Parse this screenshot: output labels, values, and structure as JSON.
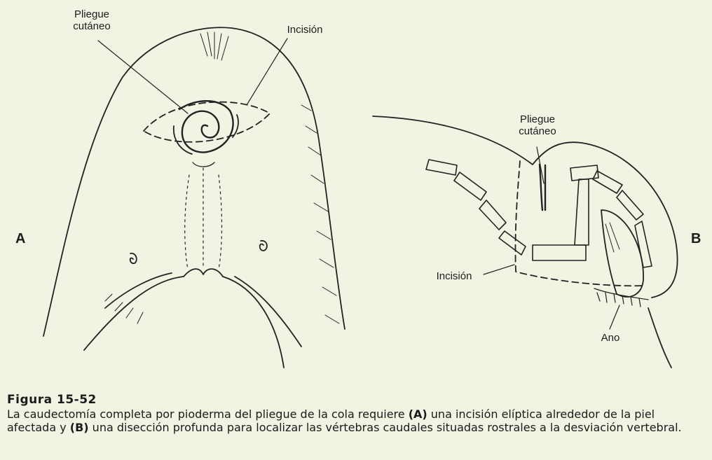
{
  "figure": {
    "panels": [
      {
        "letter": "A",
        "labels": {
          "skin_fold": "Pliegue\ncutáneo",
          "incision": "Incisión"
        }
      },
      {
        "letter": "B",
        "labels": {
          "skin_fold": "Pliegue\ncutáneo",
          "incision": "Incisión",
          "anus": "Ano"
        }
      }
    ]
  },
  "caption": {
    "title": "Figura 15-52",
    "text_1": "La caudectomía completa por pioderma del pliegue de la cola requiere ",
    "ref_a": "(A)",
    "text_2": " una incisión elíptica alrededor de la piel afectada y ",
    "ref_b": "(B)",
    "text_3": " una disección profunda para localizar las vértebras caudales situadas rostrales a la desviación vertebral."
  }
}
